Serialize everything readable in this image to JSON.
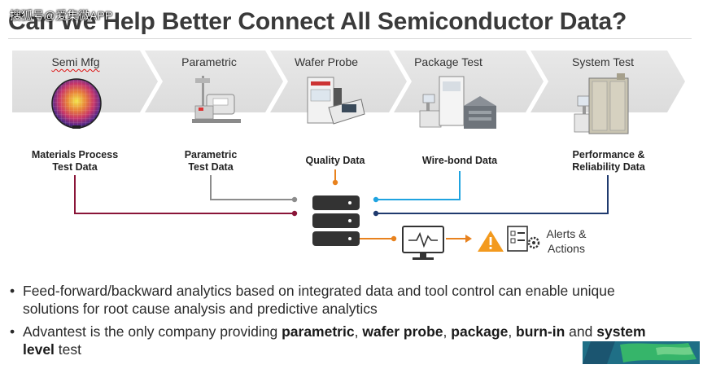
{
  "watermark": "搜狐号@爱集微APP",
  "title": "Can We Help Better Connect All Semiconductor Data?",
  "stages": [
    {
      "label": "Semi Mfg",
      "data_label": "Materials Process\nTest Data",
      "color": "#8a1538",
      "icon": "wafer-icon"
    },
    {
      "label": "Parametric",
      "data_label": "Parametric\nTest Data",
      "color": "#8c8c8c",
      "icon": "parametric-tester-icon"
    },
    {
      "label": "Wafer Probe",
      "data_label": "Quality Data",
      "color": "#e8821e",
      "icon": "wafer-prober-icon"
    },
    {
      "label": "Package Test",
      "data_label": "Wire-bond Data",
      "color": "#1fa3e0",
      "icon": "package-handler-icon"
    },
    {
      "label": "System Test",
      "data_label": "Performance &\nReliability Data",
      "color": "#1f3a6e",
      "icon": "system-tester-icon"
    }
  ],
  "hub": {
    "icon": "database-icon",
    "color": "#333333"
  },
  "monitor": {
    "icon": "analytics-monitor-icon"
  },
  "alert": {
    "icon": "warning-icon",
    "color": "#f39a1e"
  },
  "actions": {
    "icon": "checklist-gear-icon",
    "label": "Alerts &\nActions"
  },
  "bullets": [
    {
      "parts": [
        {
          "text": "Feed-forward/backward analytics based on integrated data and tool control can enable unique solutions for root cause analysis and predictive analytics",
          "bold": false
        }
      ]
    },
    {
      "parts": [
        {
          "text": "Advantest is the only company providing ",
          "bold": false
        },
        {
          "text": "parametric",
          "bold": true
        },
        {
          "text": ", ",
          "bold": false
        },
        {
          "text": "wafer probe",
          "bold": true
        },
        {
          "text": ", ",
          "bold": false
        },
        {
          "text": "package",
          "bold": true
        },
        {
          "text": ", ",
          "bold": false
        },
        {
          "text": "burn-in",
          "bold": true
        },
        {
          "text": " and ",
          "bold": false
        },
        {
          "text": "system level",
          "bold": true
        },
        {
          "text": " test",
          "bold": false
        }
      ]
    }
  ]
}
